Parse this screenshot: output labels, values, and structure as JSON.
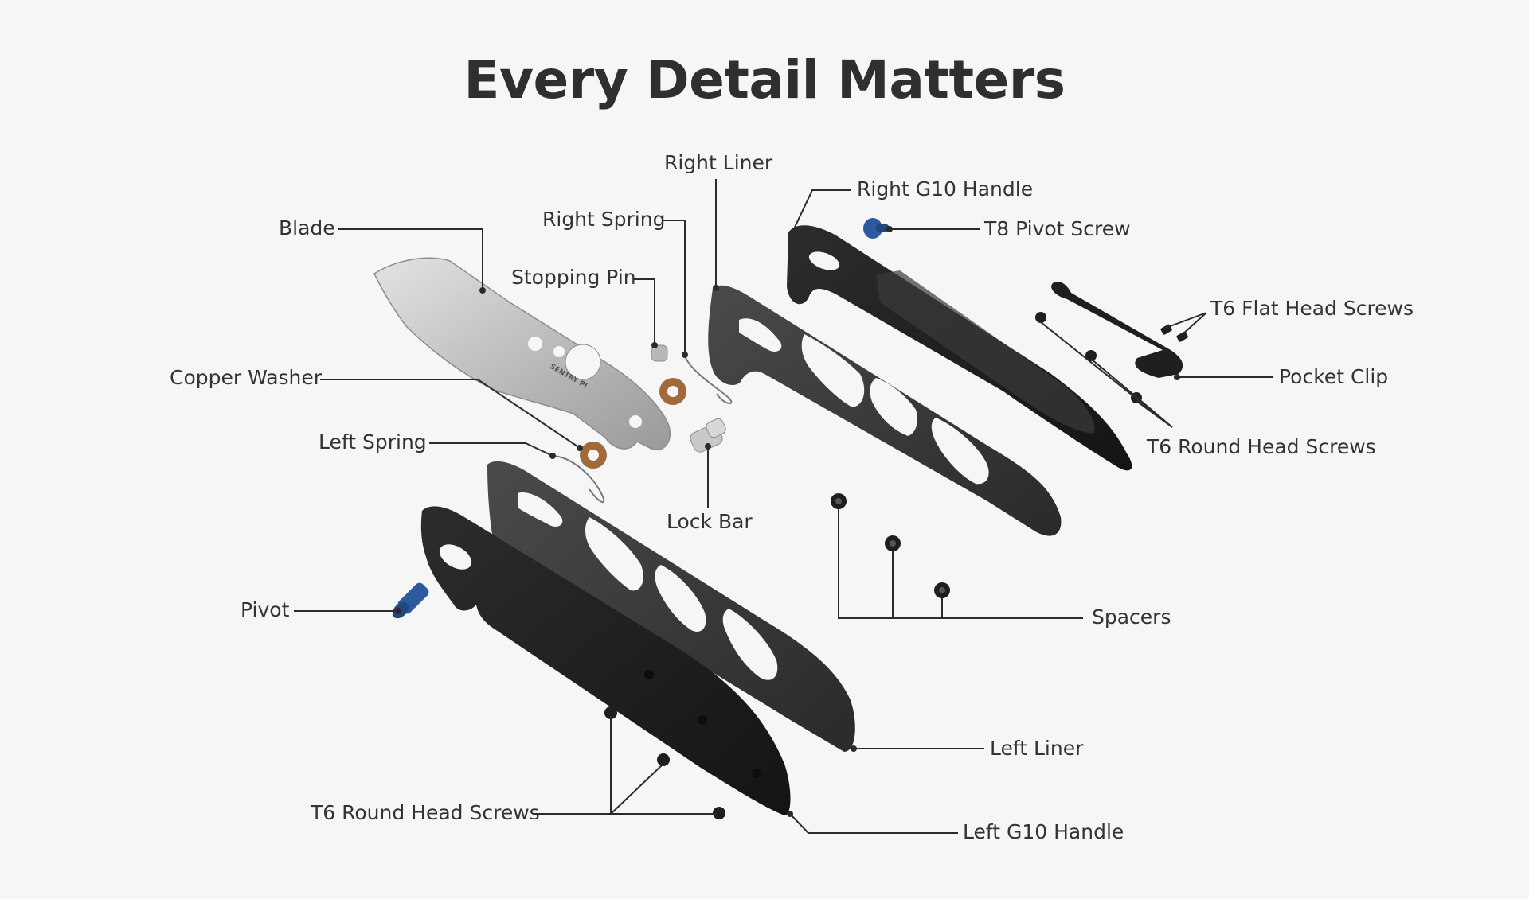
{
  "title": "Every Detail Matters",
  "colors": {
    "background": "#f6f6f6",
    "text": "#333333",
    "leader_line": "#2b2b2b",
    "blade_steel": "#bfbfbf",
    "copper": "#a06a3a",
    "g10_handle": "#1c1c1c",
    "liner": "#3a3a3a",
    "pivot_blue": "#2d5a9e"
  },
  "labels": {
    "blade": "Blade",
    "copper_washer": "Copper Washer",
    "left_spring": "Left Spring",
    "pivot": "Pivot",
    "t6_round_head_screws_left": "T6 Round Head Screws",
    "right_liner": "Right Liner",
    "right_spring": "Right Spring",
    "stopping_pin": "Stopping Pin",
    "lock_bar": "Lock Bar",
    "right_g10_handle": "Right G10 Handle",
    "t8_pivot_screw": "T8 Pivot Screw",
    "t6_flat_head_screws": "T6 Flat Head Screws",
    "pocket_clip": "Pocket Clip",
    "t6_round_head_screws_right": "T6 Round Head Screws",
    "spacers": "Spacers",
    "left_liner": "Left Liner",
    "left_g10_handle": "Left G10 Handle"
  },
  "blade_engraving": "SENTRY PI"
}
